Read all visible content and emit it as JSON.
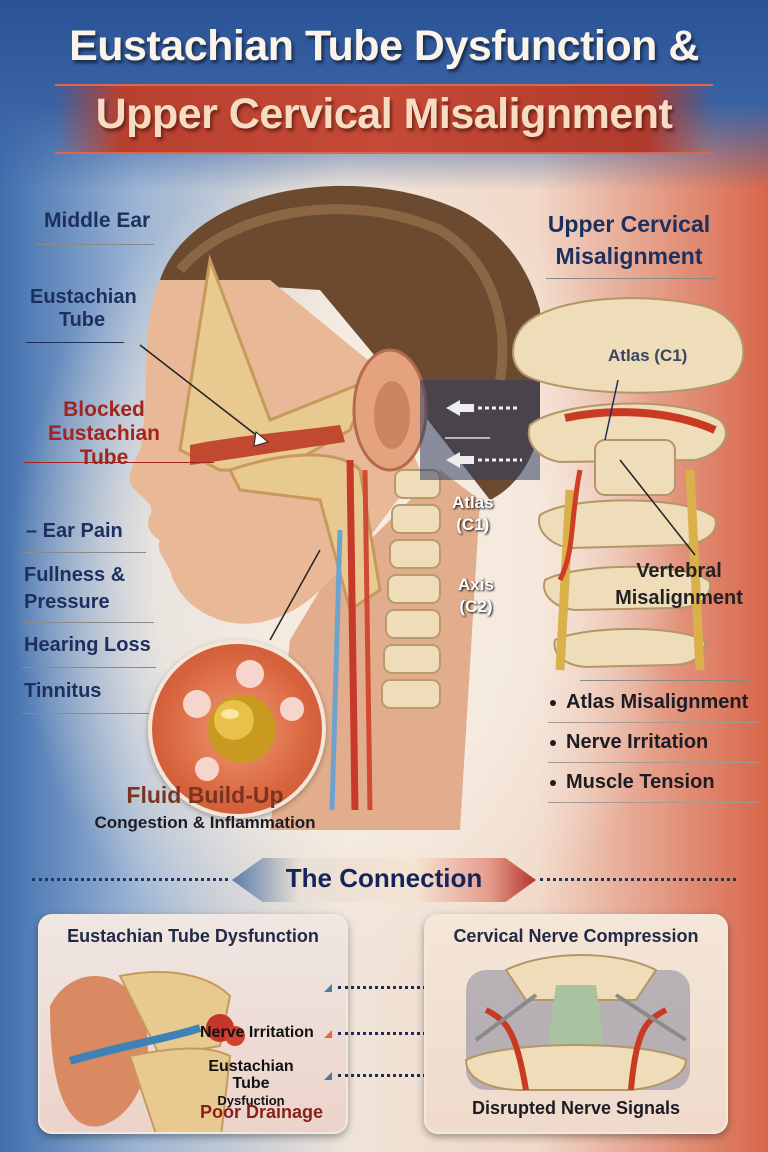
{
  "title": {
    "line1": "Eustachian Tube Dysfunction &",
    "line2": "Upper Cervical Misalignment"
  },
  "left_labels": {
    "middle_ear": "Middle Ear",
    "eustachian_tube": [
      "Eustachian",
      "Tube"
    ],
    "blocked_tube": [
      "Blocked",
      "Eustachian Tube"
    ]
  },
  "symptoms": [
    {
      "label": "– Ear Pain"
    },
    {
      "label": "Fullness &",
      "label2": "Pressure"
    },
    {
      "label": "Hearing Loss"
    },
    {
      "label": "Tinnitus"
    }
  ],
  "spine_labels": {
    "atlas_c1_neck": [
      "Atlas",
      "(C1)"
    ],
    "axis_c2_neck": [
      "Axis",
      "(C2)"
    ],
    "atlas_c1_right": "Atlas (C1)",
    "vertebral_misalignment": [
      "Vertebral",
      "Misalignment"
    ]
  },
  "right_heading": [
    "Upper Cervical",
    "Misalignment"
  ],
  "right_bullets": [
    {
      "label": "Atlas Misalignment"
    },
    {
      "label": "Nerve Irritation"
    },
    {
      "label": "Muscle Tension"
    }
  ],
  "fluid": {
    "title": "Fluid Build-Up",
    "subtitle": "Congestion & Inflammation"
  },
  "connection": {
    "banner": "The Connection",
    "left_card": {
      "title": "Eustachian Tube Dysfunction",
      "nerve_irritation": "Nerve Irritation",
      "etd_line1": "Eustachian Tube",
      "etd_line2": "Dysfuction",
      "poor_drainage": "Poor Drainage"
    },
    "right_card": {
      "title": "Cervical Nerve Compression",
      "caption": "Disrupted Nerve Signals"
    }
  },
  "colors": {
    "navy_text": "#1d2f5e",
    "red_text": "#a3241c",
    "title_band": "#c44a36",
    "top_blue": "#2a5296",
    "right_red": "#d8664a"
  }
}
